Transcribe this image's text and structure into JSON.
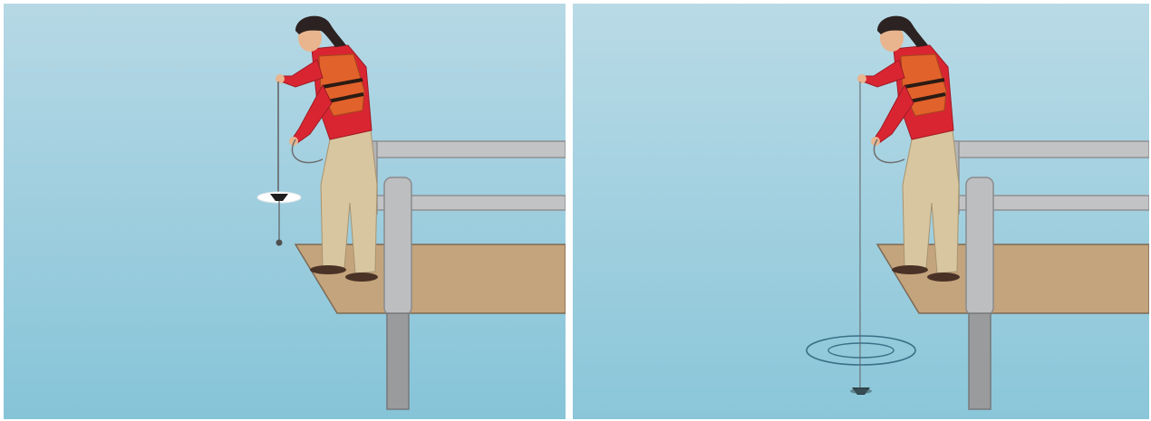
{
  "scene": {
    "description_visible_text": "",
    "panels": [
      {
        "id": "lowering",
        "disk_state": "lowering-above-water"
      },
      {
        "id": "submerged",
        "disk_state": "submerged-with-ripples"
      }
    ],
    "colors": {
      "sky_top": "#b6d8e5",
      "water_bottom": "#86c4d8",
      "dock_deck": "#c4a47c",
      "dock_post": "#b8b9bb",
      "jacket_red": "#d92532",
      "life_vest": "#e2622b",
      "pants_khaki": "#d8c6a0",
      "hair": "#2b2221",
      "disk_dark": "#2a3a40",
      "ripple": "#3c6f86"
    },
    "icons": [
      "woman-figure",
      "secchi-disk-icon",
      "ripple-rings-icon",
      "dock-railing"
    ]
  }
}
